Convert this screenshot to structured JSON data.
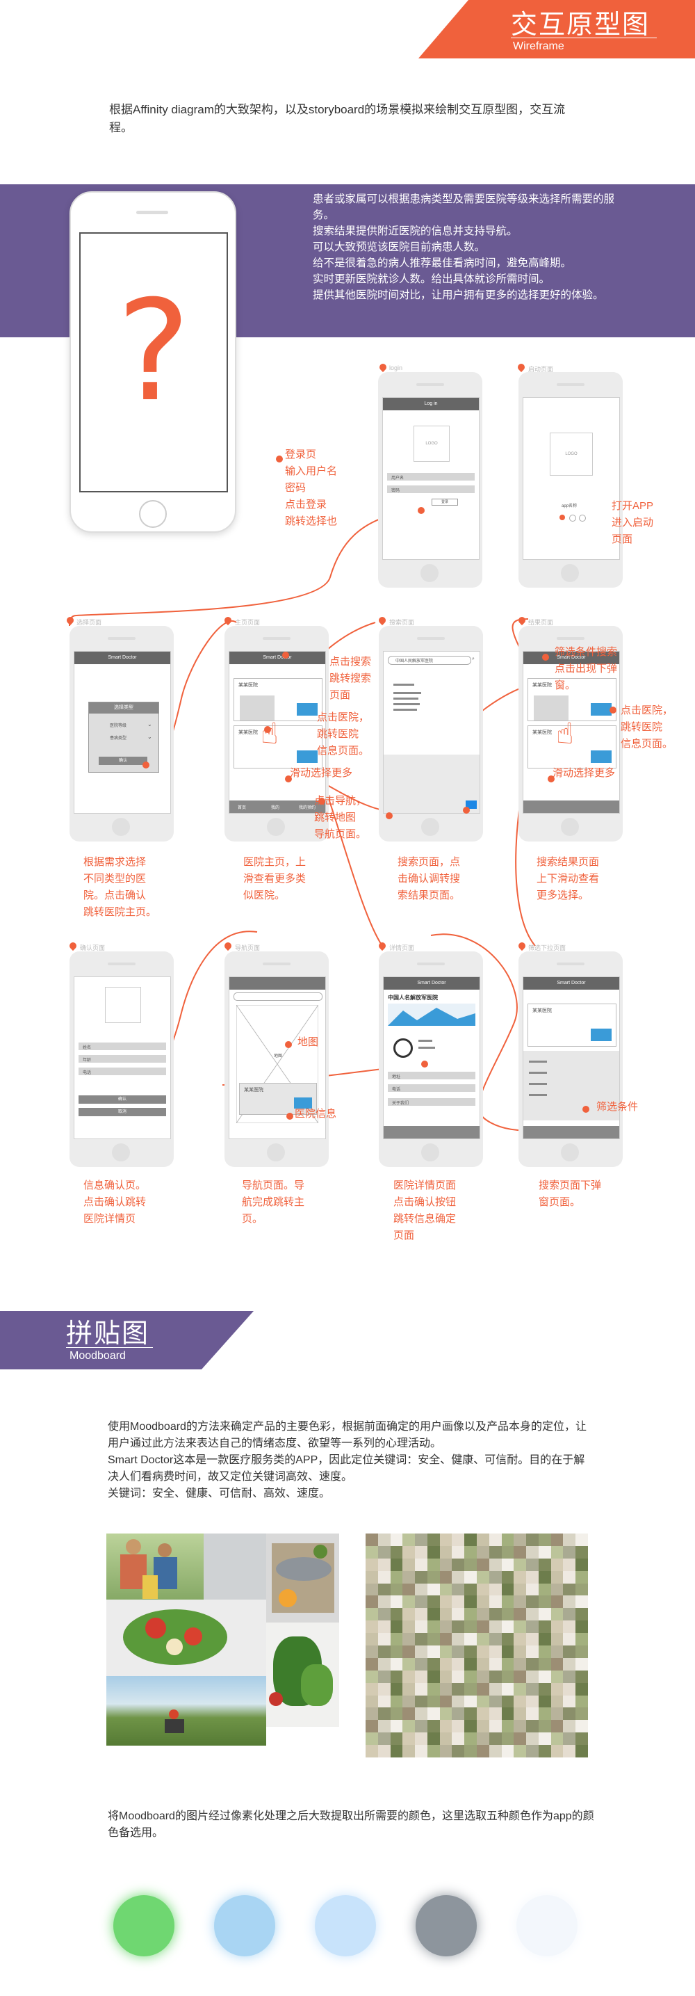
{
  "header": {
    "title": "交互原型图",
    "subtitle": "Wireframe"
  },
  "intro": "根据Affinity diagram的大致架构，以及storyboard的场景模拟来绘制交互原型图，交互流程。",
  "requirements": [
    "患者或家属可以根据患病类型及需要医院等级来选择所需要的服务。",
    "搜索结果提供附近医院的信息并支持导航。",
    "可以大致预览该医院目前病患人数。",
    "给不是很着急的病人推荐最佳看病时间，避免高峰期。",
    "实时更新医院就诊人数。给出具体就诊所需时间。",
    "提供其他医院时间对比，让用户拥有更多的选择更好的体验。"
  ],
  "big_phone": {
    "symbol": "?"
  },
  "screens": {
    "login": {
      "label": "login",
      "title": "Log in",
      "logo": "LOGO",
      "username": "用户名",
      "password": "密码",
      "button": "登录"
    },
    "launch": {
      "label": "启动页面",
      "logo": "LOGO",
      "name": "app名称"
    },
    "select": {
      "label": "选择页面",
      "title": "Smart Doctor",
      "modal_title": "选择类型",
      "option1": "医院等级",
      "option2": "患病类型",
      "confirm": "确认"
    },
    "home": {
      "label": "主页页面",
      "title": "Smart Doctor",
      "hospital": "某某医院",
      "tabs": [
        "首页",
        "我的",
        "我的预约"
      ]
    },
    "search": {
      "label": "搜索页面",
      "query": "中国人民解放军医院"
    },
    "results": {
      "label": "结果页面",
      "title": "Smart Doctor",
      "hospital": "某某医院"
    },
    "confirm": {
      "label": "确认页面",
      "title": "信息确认",
      "fields": [
        "姓名",
        "年龄",
        "电话"
      ],
      "buttons": [
        "确认",
        "取消"
      ]
    },
    "nav": {
      "label": "导航页面",
      "map": "地图",
      "hospital": "某某医院"
    },
    "detail": {
      "label": "详情页面",
      "title": "Smart Doctor",
      "name": "中国人名解放军医院",
      "fields": [
        "地址",
        "电话",
        "关于我们"
      ]
    },
    "filter": {
      "label": "筛选下拉页面",
      "title": "Smart Doctor",
      "hospital": "某某医院"
    }
  },
  "annotations": {
    "login": [
      "登录页",
      "输入用户名",
      "密码",
      "点击登录",
      "跳转选择也"
    ],
    "launch": [
      "打开APP",
      "进入启动",
      "页面"
    ],
    "select": [
      "根据需求选择",
      "不同类型的医",
      "院。点击确认",
      "跳转医院主页。"
    ],
    "home": [
      "医院主页，上",
      "滑查看更多类",
      "似医院。"
    ],
    "search": [
      "搜索页面，点",
      "击确认调转搜",
      "索结果页面。"
    ],
    "results": [
      "搜索结果页面",
      "上下滑动查看",
      "更多选择。"
    ],
    "confirm": [
      "信息确认页。",
      "点击确认跳转",
      "医院详情页"
    ],
    "nav": [
      "导航页面。导",
      "航完成跳转主",
      "页。"
    ],
    "detail": [
      "医院详情页面",
      "点击确认按钮",
      "跳转信息确定",
      "页面"
    ],
    "filter": [
      "搜索页面下弹",
      "窗页面。"
    ],
    "tap_search": [
      "点击搜索",
      "跳转搜索",
      "页面"
    ],
    "tap_hospital": [
      "点击医院，",
      "跳转医院",
      "信息页面。"
    ],
    "slide_more": "滑动选择更多",
    "tap_nav": [
      "点击导航，",
      "跳转地图",
      "导航页面。"
    ],
    "tap_filter": [
      "筛选条件搜索",
      "点击出现下弹",
      "窗。"
    ],
    "tap_hospital2": [
      "点击医院，",
      "跳转医院",
      "信息页面。"
    ],
    "slide_more2": "滑动选择更多",
    "map_label": "地图",
    "hospital_info": "医院信息",
    "filter_cond": "筛选条件"
  },
  "moodboard": {
    "title": "拼贴图",
    "subtitle": "Moodboard",
    "para1": "使用Moodboard的方法来确定产品的主要色彩，根据前面确定的用户画像以及产品本身的定位，让用户通过此方法来表达自己的情绪态度、欲望等一系列的心理活动。",
    "para2": "Smart Doctor这本是一款医疗服务类的APP，因此定位关键词：安全、健康、可信耐。目的在于解决人们看病费时间，故又定位关键词高效、速度。",
    "keywords": "关键词：安全、健康、可信耐、高效、速度。",
    "bottom": "将Moodboard的图片经过像素化处理之后大致提取出所需要的颜色，这里选取五种颜色作为app的颜色备选用。"
  },
  "colors": {
    "accent": "#f0613c",
    "purple": "#6a5a93",
    "swatches": [
      "#6fd771",
      "#a9d5f3",
      "#c8e3fb",
      "#8d959d",
      "#f3f7fc"
    ]
  }
}
